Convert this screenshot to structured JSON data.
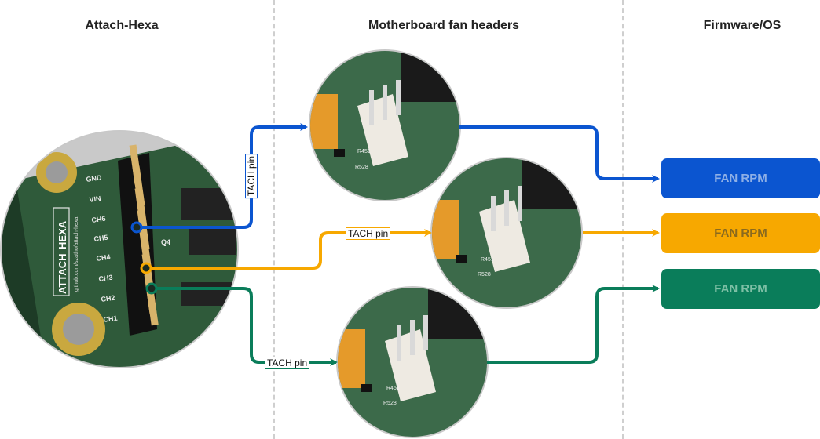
{
  "columns": {
    "left": "Attach-Hexa",
    "middle": "Motherboard fan headers",
    "right": "Firmware/OS"
  },
  "board": {
    "brand_top": "ATTACH",
    "brand_bottom": "HEXA",
    "url": "github.com/szatho/attach-hexa",
    "pins": [
      "GND",
      "VIN",
      "CH6",
      "CH5",
      "CH4",
      "CH3",
      "CH2",
      "CH1"
    ],
    "component_label": "Q4"
  },
  "header_labels": {
    "r1": "R451",
    "r2": "R528"
  },
  "tach_labels": {
    "blue": "TACH pin",
    "orange": "TACH pin",
    "green": "TACH pin"
  },
  "fan_boxes": [
    {
      "label": "FAN RPM",
      "color": "#0b55d0",
      "text_color": "#8fb0e6"
    },
    {
      "label": "FAN RPM",
      "color": "#f7a800",
      "text_color": "#8a6a1e"
    },
    {
      "label": "FAN RPM",
      "color": "#0a7d5a",
      "text_color": "#7fc0a6"
    }
  ],
  "colors": {
    "blue": "#0b55d0",
    "orange": "#f7a800",
    "green": "#0a7d5a"
  }
}
